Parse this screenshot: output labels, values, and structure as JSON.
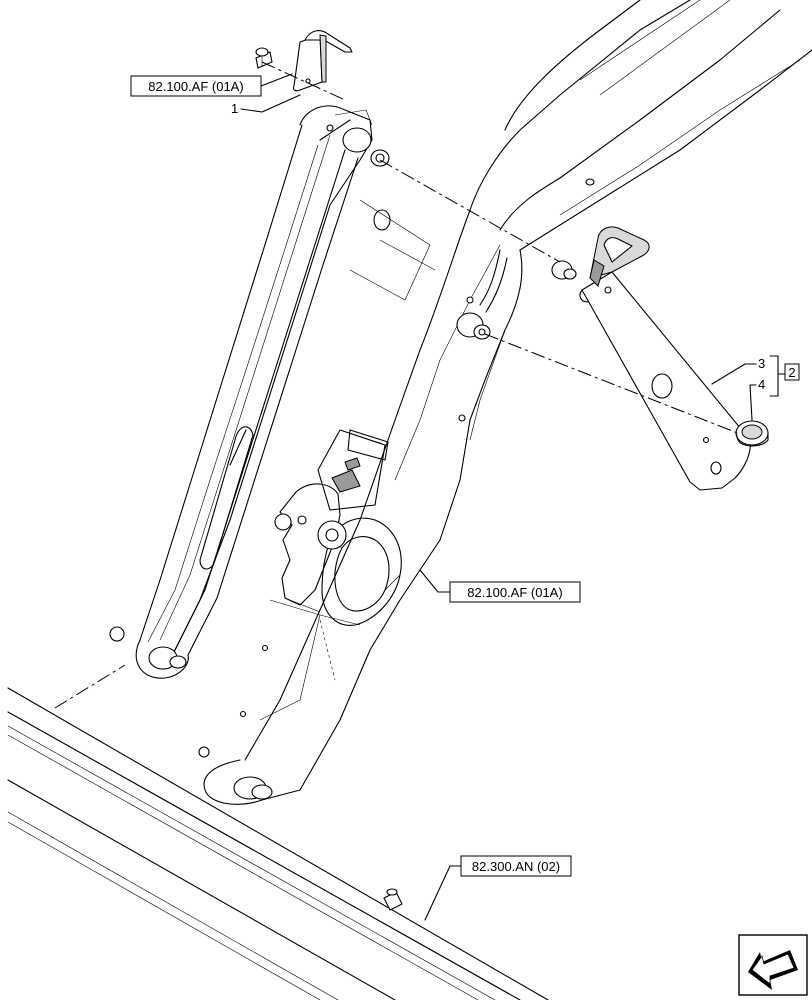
{
  "references": {
    "top": "82.100.AF (01A)",
    "middle": "82.100.AF (01A)",
    "bottom": "82.300.AN (02)"
  },
  "items": {
    "item1": "1",
    "item2": "2",
    "item3": "3",
    "item4": "4"
  },
  "icons": {
    "navigation": "back-arrow-icon"
  }
}
